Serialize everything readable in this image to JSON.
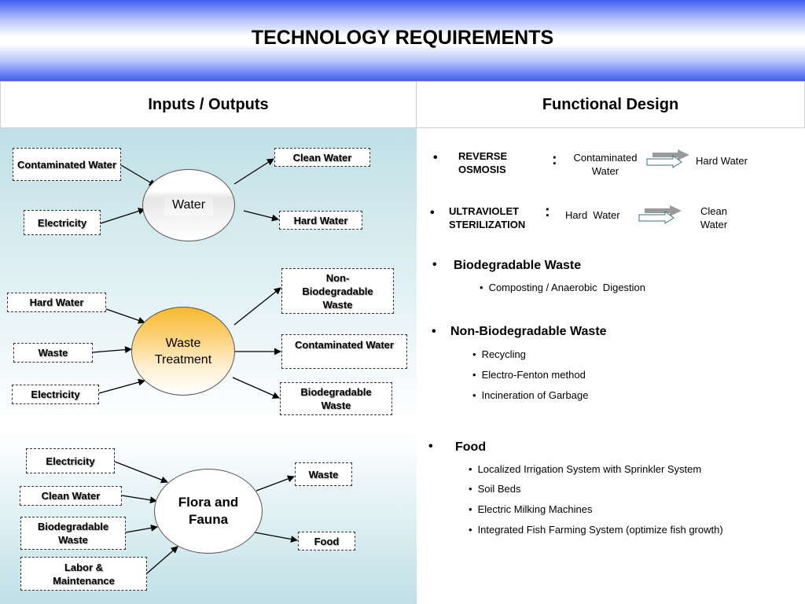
{
  "title": "TECHNOLOGY REQUIREMENTS",
  "headers": {
    "left": "Inputs / Outputs",
    "right": "Functional Design"
  },
  "water": {
    "center": "Water",
    "inputs": [
      "Contaminated Water",
      "Electricity"
    ],
    "outputs": [
      "Clean Water",
      "Hard Water"
    ]
  },
  "waste_treatment": {
    "center": "Waste Treatment",
    "inputs": [
      "Hard Water",
      "Waste",
      "Electricity"
    ],
    "outputs": [
      "Non-Biodegradable Waste",
      "Contaminated Water",
      "Biodegradable Waste"
    ]
  },
  "flora_fauna": {
    "center": "Flora and Fauna",
    "inputs": [
      "Electricity",
      "Clean Water",
      "Biodegradable Waste",
      "Labor & Maintenance"
    ],
    "outputs": [
      "Waste",
      "Food"
    ]
  },
  "functional": {
    "bullet": "•",
    "reverse_osmosis": {
      "label": "REVERSE OSMOSIS",
      "colon": ":",
      "input": "Contaminated Water",
      "output": "Hard Water"
    },
    "uv": {
      "label": "ULTRAVIOLET STERILIZATION",
      "colon": ":",
      "input": "Hard  Water",
      "output": "Clean Water"
    },
    "biodegradable": {
      "title": "Biodegradable Waste",
      "items": [
        "Composting / Anaerobic  Digestion"
      ]
    },
    "non_biodegradable": {
      "title": "Non-Biodegradable Waste",
      "items": [
        "Recycling",
        "Electro-Fenton method",
        "Incineration of Garbage"
      ]
    },
    "food": {
      "title": "Food",
      "items": [
        "Localized Irrigation System with Sprinkler System",
        "Soil Beds",
        "Electric Milking Machines",
        "Integrated Fish Farming System (optimize fish growth)"
      ]
    }
  },
  "colors": {
    "title_gradient": "#3f5df0",
    "panel_teal": "#bfe0e6",
    "waste_node": "#f7b92d",
    "arrow_fill": "#9a9a9a"
  }
}
